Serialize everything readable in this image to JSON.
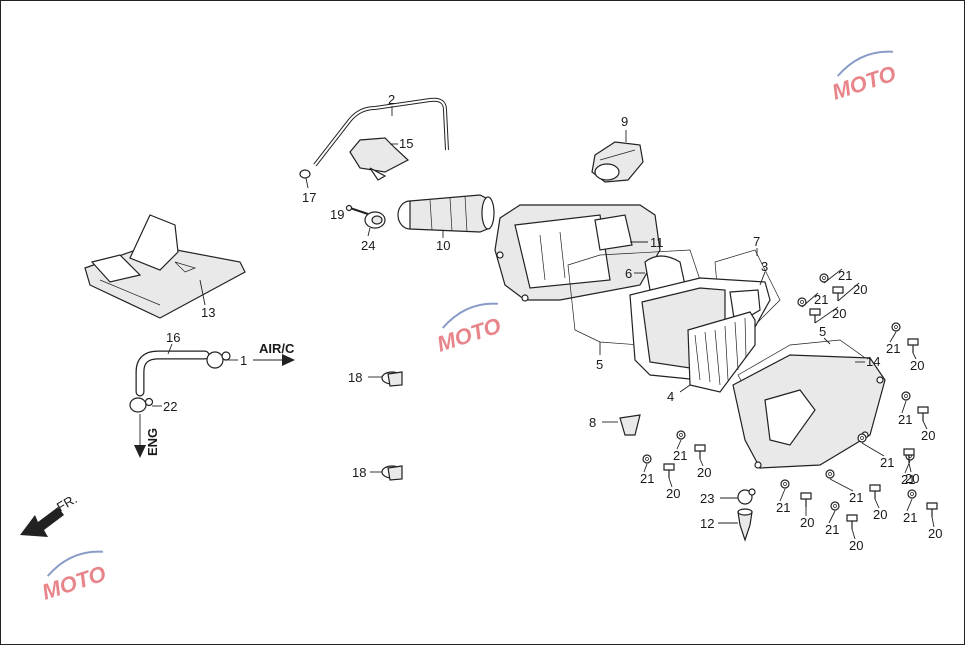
{
  "diagram": {
    "callouts": [
      {
        "id": "c1",
        "text": "1"
      },
      {
        "id": "c2",
        "text": "2"
      },
      {
        "id": "c3",
        "text": "3"
      },
      {
        "id": "c4",
        "text": "4"
      },
      {
        "id": "c5a",
        "text": "5"
      },
      {
        "id": "c5b",
        "text": "5"
      },
      {
        "id": "c6",
        "text": "6"
      },
      {
        "id": "c7",
        "text": "7"
      },
      {
        "id": "c8",
        "text": "8"
      },
      {
        "id": "c9",
        "text": "9"
      },
      {
        "id": "c10",
        "text": "10"
      },
      {
        "id": "c11",
        "text": "11"
      },
      {
        "id": "c12",
        "text": "12"
      },
      {
        "id": "c13",
        "text": "13"
      },
      {
        "id": "c14",
        "text": "14"
      },
      {
        "id": "c15",
        "text": "15"
      },
      {
        "id": "c16",
        "text": "16"
      },
      {
        "id": "c17",
        "text": "17"
      },
      {
        "id": "c18a",
        "text": "18"
      },
      {
        "id": "c18b",
        "text": "18"
      },
      {
        "id": "c19",
        "text": "19"
      },
      {
        "id": "c22",
        "text": "22"
      },
      {
        "id": "c23",
        "text": "23"
      },
      {
        "id": "c24",
        "text": "24"
      }
    ],
    "screw_labels": {
      "screw": "20",
      "washer": "21"
    },
    "arrows": {
      "air": "AIR/C",
      "eng": "ENG",
      "front": "FR."
    },
    "watermark": {
      "text": "MOTO",
      "color_red": "#d4232b",
      "color_blue": "#2a4a9a"
    }
  }
}
